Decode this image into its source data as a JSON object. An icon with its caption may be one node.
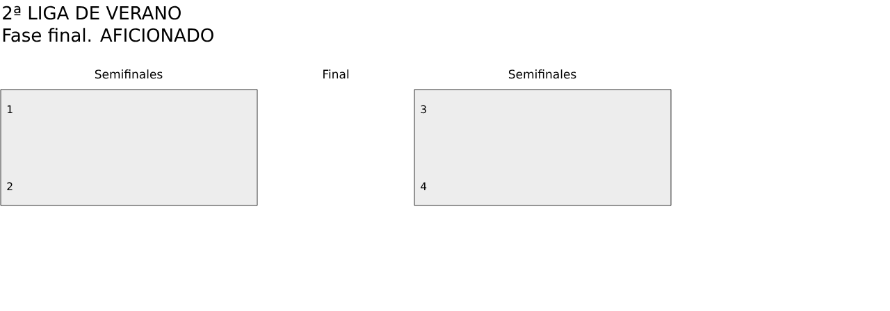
{
  "diagram": {
    "title": "2ª LIGA DE VERANO",
    "nodes": [
      {
        "text": [
          "Semifinales",
          "1",
          "2"
        ]
      },
      {
        "text": [
          "Semifinales",
          "3",
          "4"
        ]
      }
    ],
    "labels": [
      "Fase final. AFICIONADO",
      "Final"
    ]
  }
}
